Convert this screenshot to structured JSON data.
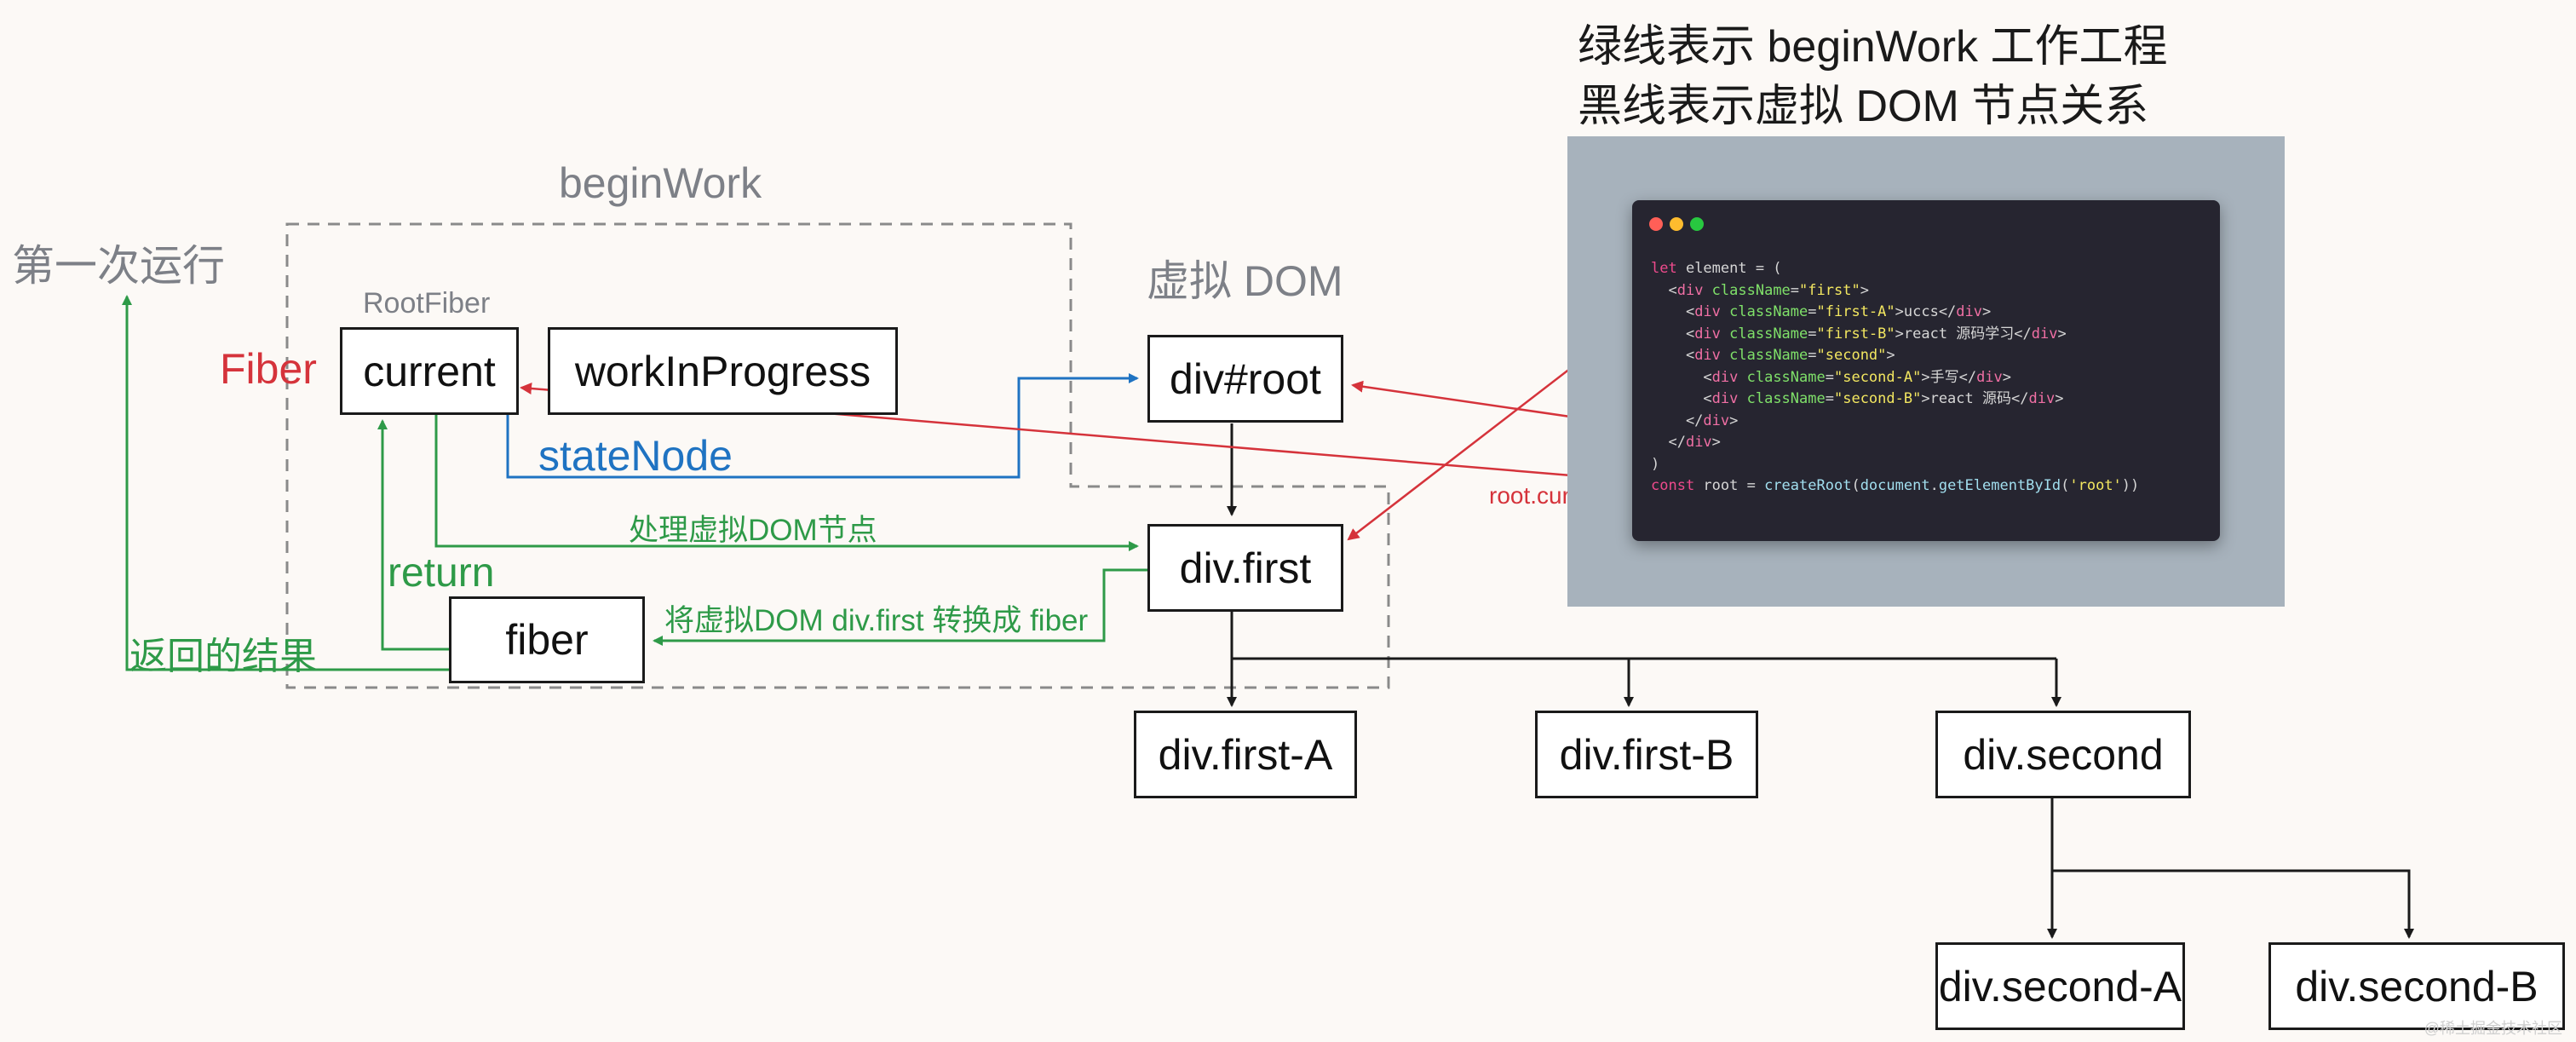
{
  "colors": {
    "background": "#fcf9f6",
    "green": "#2e9a48",
    "blue": "#1f73c2",
    "red": "#d5333b",
    "gray": "#7d8087",
    "line": "#1a1a1a",
    "code_bg": "#262530",
    "code_panel_bg": "#a7b2bc"
  },
  "headings": {
    "green_line_legend": "绿线表示 beginWork 工作工程",
    "black_line_legend": "黑线表示虚拟 DOM 节点关系"
  },
  "labels": {
    "begin_work": "beginWork",
    "first_run": "第一次运行",
    "virtual_dom": "虚拟 DOM",
    "root_fiber": "RootFiber",
    "fiber_red": "Fiber",
    "state_node": "stateNode",
    "process_vdom": "处理虚拟DOM节点",
    "return": "return",
    "convert": "将虚拟DOM div.first 转换成 fiber",
    "return_result": "返回的结果",
    "root_current": "root.current"
  },
  "nodes": {
    "current": "current",
    "work_in_progress": "workInProgress",
    "fiber": "fiber",
    "div_root": "div#root",
    "div_first": "div.first",
    "div_first_a": "div.first-A",
    "div_first_b": "div.first-B",
    "div_second": "div.second",
    "div_second_a": "div.second-A",
    "div_second_b": "div.second-B"
  },
  "code": {
    "window_dots": [
      "#ff5f57",
      "#febc2e",
      "#28c840"
    ],
    "lines": [
      [
        {
          "t": "let",
          "c": "kw"
        },
        {
          "t": " element = (",
          "c": "tx"
        }
      ],
      [
        {
          "t": "  <",
          "c": "tx"
        },
        {
          "t": "div",
          "c": "tag"
        },
        {
          "t": " className",
          "c": "at"
        },
        {
          "t": "=",
          "c": "tx"
        },
        {
          "t": "\"first\"",
          "c": "st"
        },
        {
          "t": ">",
          "c": "tx"
        }
      ],
      [
        {
          "t": "    <",
          "c": "tx"
        },
        {
          "t": "div",
          "c": "tag"
        },
        {
          "t": " className",
          "c": "at"
        },
        {
          "t": "=",
          "c": "tx"
        },
        {
          "t": "\"first-A\"",
          "c": "st"
        },
        {
          "t": ">uccs</",
          "c": "tx"
        },
        {
          "t": "div",
          "c": "tag"
        },
        {
          "t": ">",
          "c": "tx"
        }
      ],
      [
        {
          "t": "    <",
          "c": "tx"
        },
        {
          "t": "div",
          "c": "tag"
        },
        {
          "t": " className",
          "c": "at"
        },
        {
          "t": "=",
          "c": "tx"
        },
        {
          "t": "\"first-B\"",
          "c": "st"
        },
        {
          "t": ">react 源码学习</",
          "c": "tx"
        },
        {
          "t": "div",
          "c": "tag"
        },
        {
          "t": ">",
          "c": "tx"
        }
      ],
      [
        {
          "t": "    <",
          "c": "tx"
        },
        {
          "t": "div",
          "c": "tag"
        },
        {
          "t": " className",
          "c": "at"
        },
        {
          "t": "=",
          "c": "tx"
        },
        {
          "t": "\"second\"",
          "c": "st"
        },
        {
          "t": ">",
          "c": "tx"
        }
      ],
      [
        {
          "t": "      <",
          "c": "tx"
        },
        {
          "t": "div",
          "c": "tag"
        },
        {
          "t": " className",
          "c": "at"
        },
        {
          "t": "=",
          "c": "tx"
        },
        {
          "t": "\"second-A\"",
          "c": "st"
        },
        {
          "t": ">手写</",
          "c": "tx"
        },
        {
          "t": "div",
          "c": "tag"
        },
        {
          "t": ">",
          "c": "tx"
        }
      ],
      [
        {
          "t": "      <",
          "c": "tx"
        },
        {
          "t": "div",
          "c": "tag"
        },
        {
          "t": " className",
          "c": "at"
        },
        {
          "t": "=",
          "c": "tx"
        },
        {
          "t": "\"second-B\"",
          "c": "st"
        },
        {
          "t": ">react 源码</",
          "c": "tx"
        },
        {
          "t": "div",
          "c": "tag"
        },
        {
          "t": ">",
          "c": "tx"
        }
      ],
      [
        {
          "t": "    </",
          "c": "tx"
        },
        {
          "t": "div",
          "c": "tag"
        },
        {
          "t": ">",
          "c": "tx"
        }
      ],
      [
        {
          "t": "  </",
          "c": "tx"
        },
        {
          "t": "div",
          "c": "tag"
        },
        {
          "t": ">",
          "c": "tx"
        }
      ],
      [
        {
          "t": ")",
          "c": "tx"
        }
      ],
      [
        {
          "t": "const",
          "c": "kw"
        },
        {
          "t": " root = ",
          "c": "tx"
        },
        {
          "t": "createRoot",
          "c": "fn"
        },
        {
          "t": "(",
          "c": "tx"
        },
        {
          "t": "document",
          "c": "fn"
        },
        {
          "t": ".",
          "c": "tx"
        },
        {
          "t": "getElementById",
          "c": "fn"
        },
        {
          "t": "(",
          "c": "tx"
        },
        {
          "t": "'root'",
          "c": "st"
        },
        {
          "t": "))",
          "c": "tx"
        }
      ]
    ]
  },
  "watermark": "@稀土掘金技术社区"
}
